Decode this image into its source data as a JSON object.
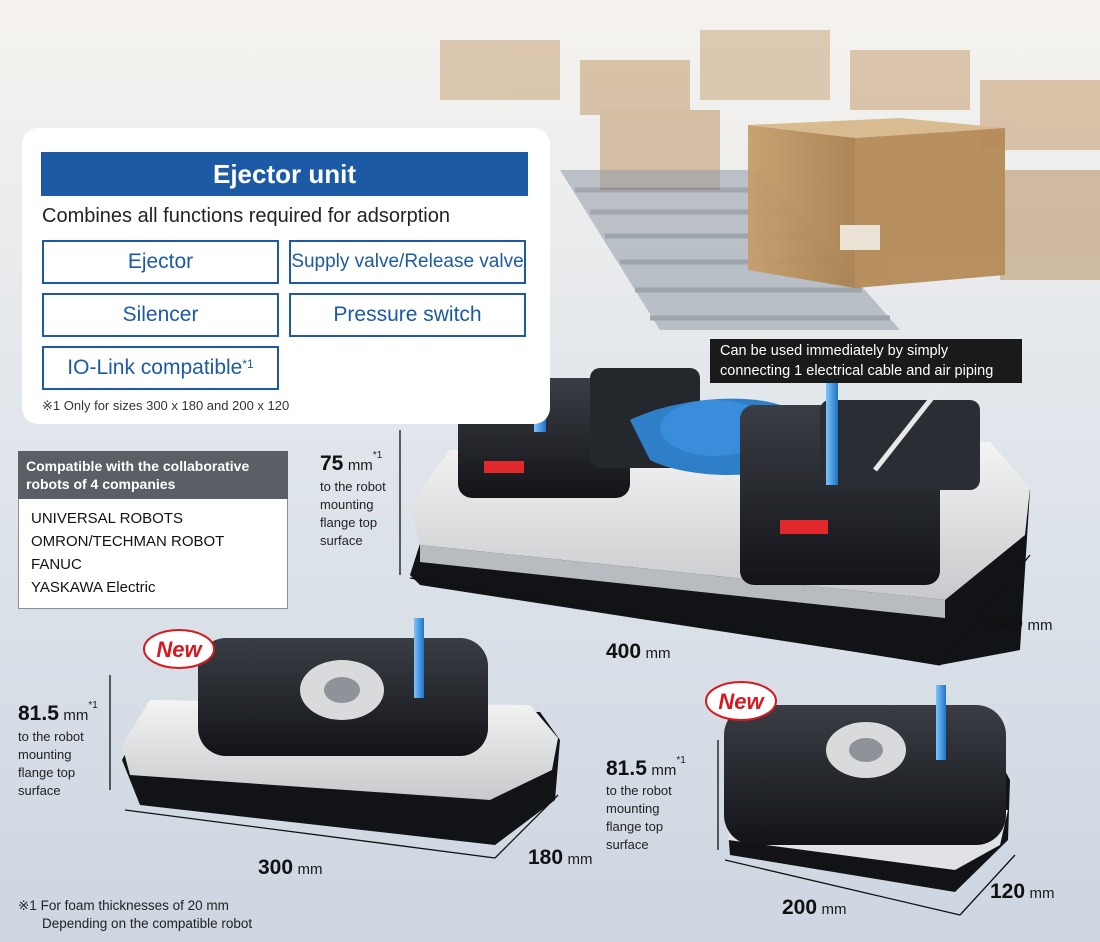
{
  "panel": {
    "title": "Ejector unit",
    "subtitle": "Combines all functions required for adsorption",
    "features": [
      "Ejector",
      "Supply valve/Release valve",
      "Silencer",
      "Pressure switch",
      "IO-Link compatible"
    ],
    "io_link_mark": "*1",
    "note": "※1  Only for sizes 300 x 180 and 200 x 120"
  },
  "compat": {
    "heading": "Compatible with the collaborative robots of 4 companies",
    "companies": [
      "UNIVERSAL ROBOTS",
      "OMRON/TECHMAN ROBOT",
      "FANUC",
      "YASKAWA Electric"
    ]
  },
  "callout": {
    "line1": "Can be used immediately by simply",
    "line2": "connecting 1 electrical cable and air piping"
  },
  "large_unit": {
    "height_value": "75",
    "height_unit": "mm",
    "mark": "*1",
    "desc": [
      "to the robot",
      "mounting",
      "flange top",
      "surface"
    ],
    "width_value": "400",
    "depth_value": "240",
    "unit": "mm"
  },
  "medium_unit": {
    "badge": "New",
    "height_value": "81.5",
    "height_unit": "mm",
    "mark": "*1",
    "desc": [
      "to the robot",
      "mounting",
      "flange top",
      "surface"
    ],
    "width_value": "300",
    "depth_value": "180",
    "unit": "mm"
  },
  "small_unit": {
    "badge": "New",
    "height_value": "81.5",
    "height_unit": "mm",
    "mark": "*1",
    "desc": [
      "to the robot",
      "mounting",
      "flange top",
      "surface"
    ],
    "width_value": "200",
    "depth_value": "120",
    "unit": "mm"
  },
  "footnote": {
    "line1": "※1  For foam thicknesses of 20 mm",
    "line2": "Depending on the compatible robot"
  },
  "colors": {
    "brand_blue": "#1c5aa6",
    "badge_red": "#d7191f",
    "unit_black": "#1b1d21",
    "tube_blue": "#2f8fe0"
  }
}
